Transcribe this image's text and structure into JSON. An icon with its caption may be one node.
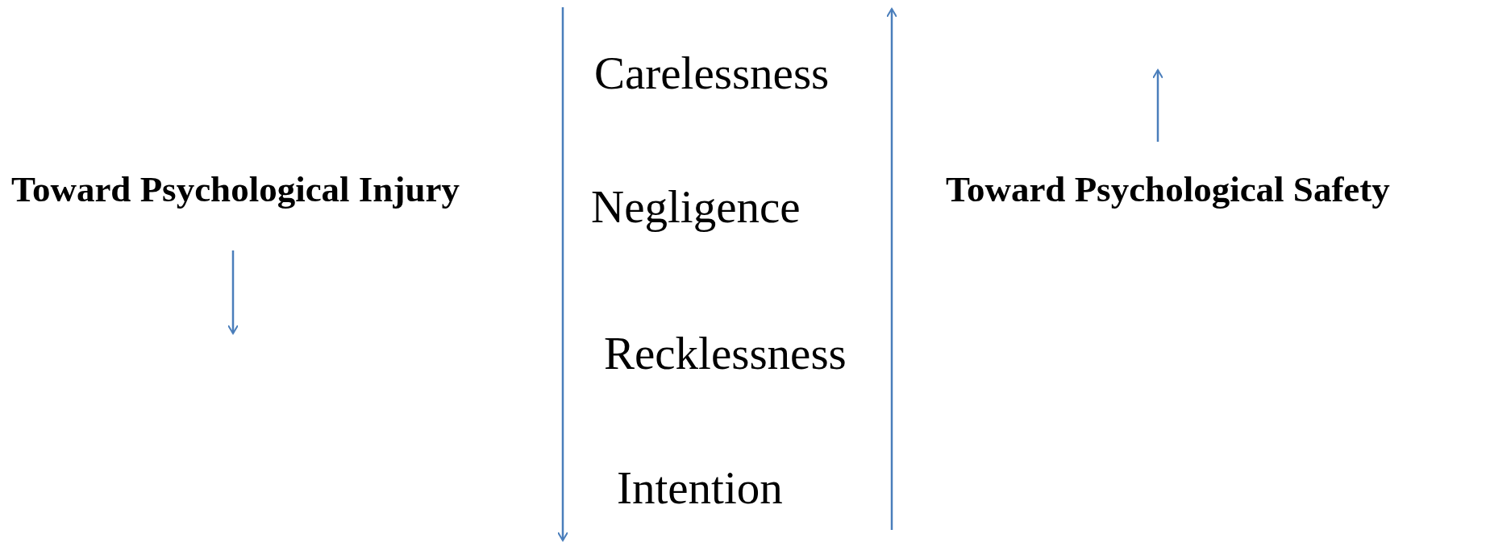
{
  "diagram": {
    "labels": [
      "Toward Psychological Injury",
      "Carelessness",
      "Negligence",
      "Recklessness",
      "Intention",
      "Toward Psychological Safety"
    ]
  }
}
